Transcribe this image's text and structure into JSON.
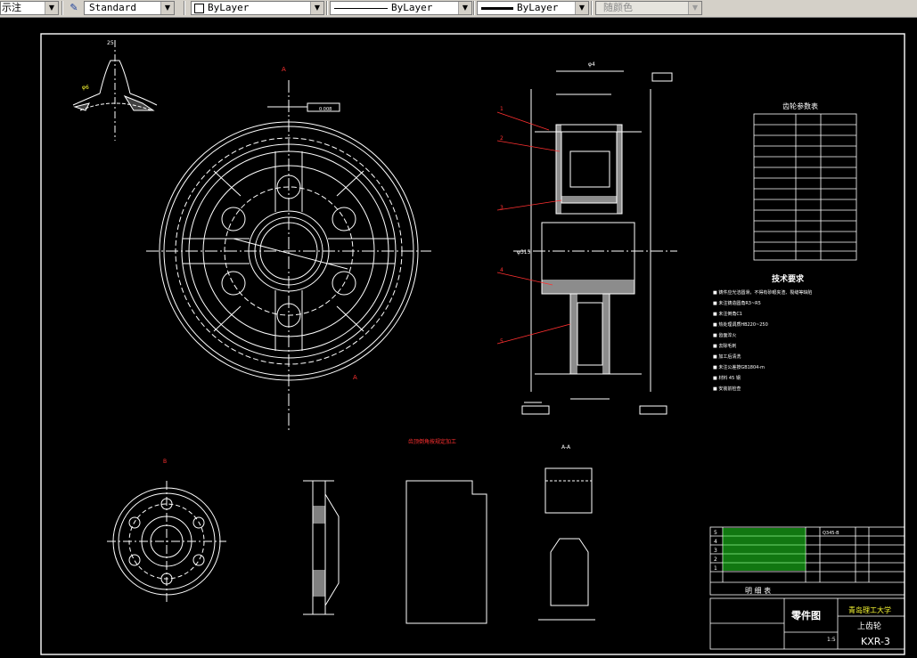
{
  "toolbar": {
    "annotate_label": "示注",
    "text_style": "Standard",
    "color": "ByLayer",
    "linetype": "ByLayer",
    "lineweight": "ByLayer",
    "plot_style": "随颜色"
  },
  "drawing": {
    "gear_params_title": "齿轮参数表",
    "tech_req_title": "技术要求",
    "tech_req_lines": [
      "■ 铸件应光洁圆滑，不得有砂眼夹渣、裂缝等缺陷",
      "■ 未注铸造圆角R3~R5",
      "■ 未注倒角C1",
      "■ 热处理调质HB220~250",
      "■ 齿面淬火",
      "■ 去除毛刺",
      "■ 加工后清洗",
      "■ 未注公差按GB1804-m",
      "■ 材料 45 钢",
      "■ 安装前检查"
    ],
    "part_name": "零件图",
    "university": "青岛理工大学",
    "part_title": "上齿轮",
    "drawing_no": "KXR-3",
    "scale": "1:5",
    "parts_list_title": "明 细 表",
    "material_label": "Q345-B",
    "row_numbers": [
      "5",
      "4",
      "3",
      "2",
      "1"
    ],
    "red_note": "齿顶倒角按规定加工",
    "section_label": "A-A"
  }
}
